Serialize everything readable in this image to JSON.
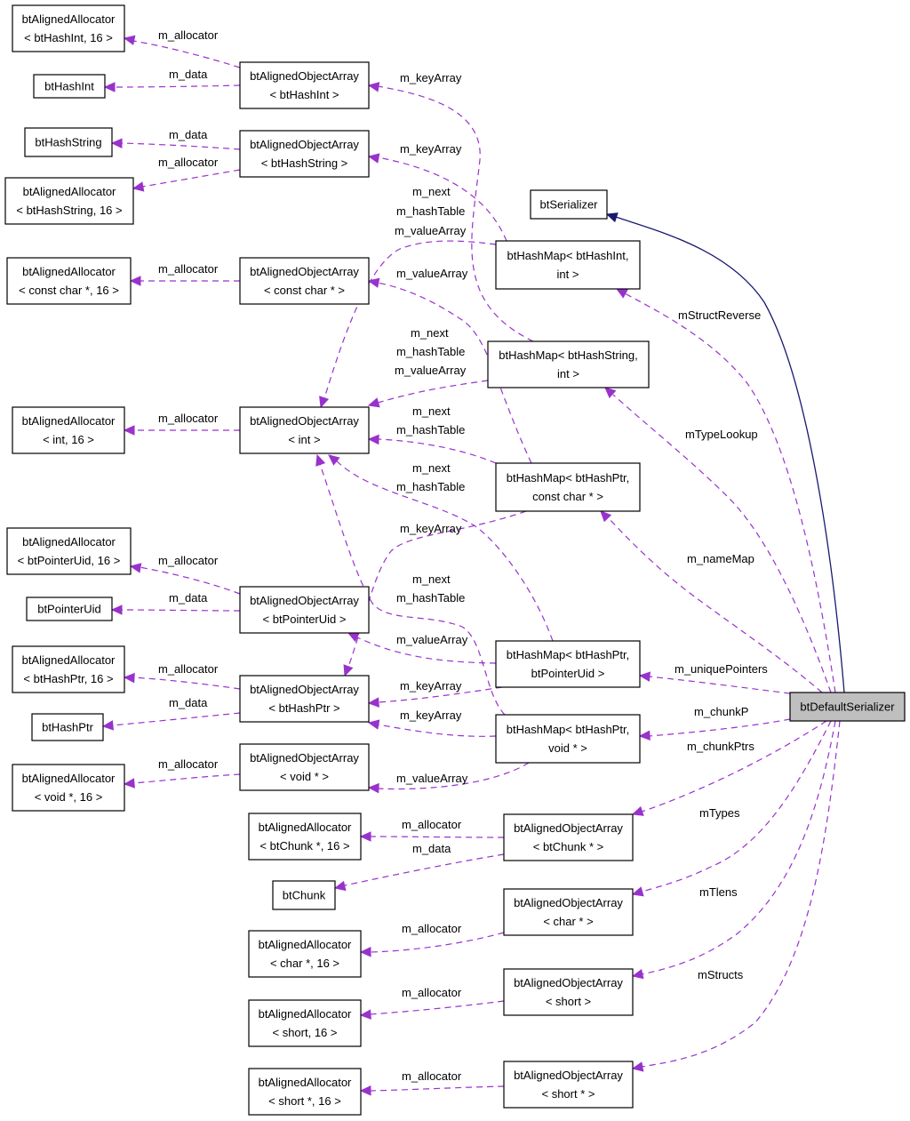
{
  "nodes": [
    {
      "id": "alloc_hashint",
      "lines": [
        "btAlignedAllocator",
        "< btHashInt, 16 >"
      ]
    },
    {
      "id": "hashint",
      "lines": [
        "btHashInt"
      ]
    },
    {
      "id": "aoa_hashint",
      "lines": [
        "btAlignedObjectArray",
        "< btHashInt >"
      ]
    },
    {
      "id": "hashstring",
      "lines": [
        "btHashString"
      ]
    },
    {
      "id": "aoa_hashstring",
      "lines": [
        "btAlignedObjectArray",
        "< btHashString >"
      ]
    },
    {
      "id": "alloc_hashstring",
      "lines": [
        "btAlignedAllocator",
        "< btHashString, 16 >"
      ]
    },
    {
      "id": "serializer",
      "lines": [
        "btSerializer"
      ]
    },
    {
      "id": "alloc_constchar",
      "lines": [
        "btAlignedAllocator",
        "< const char *, 16 >"
      ]
    },
    {
      "id": "aoa_constchar",
      "lines": [
        "btAlignedObjectArray",
        "< const char * >"
      ]
    },
    {
      "id": "hm_hashint_int",
      "lines": [
        "btHashMap< btHashInt,",
        "int >"
      ]
    },
    {
      "id": "hm_hashstring_int",
      "lines": [
        "btHashMap< btHashString,",
        "int >"
      ]
    },
    {
      "id": "alloc_int",
      "lines": [
        "btAlignedAllocator",
        "< int, 16 >"
      ]
    },
    {
      "id": "aoa_int",
      "lines": [
        "btAlignedObjectArray",
        "< int >"
      ]
    },
    {
      "id": "hm_hashptr_constchar",
      "lines": [
        "btHashMap< btHashPtr,",
        "const char * >"
      ]
    },
    {
      "id": "alloc_ptruid",
      "lines": [
        "btAlignedAllocator",
        "< btPointerUid, 16 >"
      ]
    },
    {
      "id": "aoa_ptruid",
      "lines": [
        "btAlignedObjectArray",
        "< btPointerUid >"
      ]
    },
    {
      "id": "ptruid",
      "lines": [
        "btPointerUid"
      ]
    },
    {
      "id": "alloc_hashptr",
      "lines": [
        "btAlignedAllocator",
        "< btHashPtr, 16 >"
      ]
    },
    {
      "id": "aoa_hashptr",
      "lines": [
        "btAlignedObjectArray",
        "< btHashPtr >"
      ]
    },
    {
      "id": "hm_hashptr_ptruid",
      "lines": [
        "btHashMap< btHashPtr,",
        "btPointerUid >"
      ]
    },
    {
      "id": "default_serializer",
      "lines": [
        "btDefaultSerializer"
      ]
    },
    {
      "id": "hashptr",
      "lines": [
        "btHashPtr"
      ]
    },
    {
      "id": "hm_hashptr_void",
      "lines": [
        "btHashMap< btHashPtr,",
        "void * >"
      ]
    },
    {
      "id": "alloc_void",
      "lines": [
        "btAlignedAllocator",
        "< void *, 16 >"
      ]
    },
    {
      "id": "aoa_void",
      "lines": [
        "btAlignedObjectArray",
        "< void * >"
      ]
    },
    {
      "id": "alloc_chunk",
      "lines": [
        "btAlignedAllocator",
        "< btChunk *, 16 >"
      ]
    },
    {
      "id": "aoa_chunk",
      "lines": [
        "btAlignedObjectArray",
        "< btChunk * >"
      ]
    },
    {
      "id": "chunk",
      "lines": [
        "btChunk"
      ]
    },
    {
      "id": "aoa_char",
      "lines": [
        "btAlignedObjectArray",
        "< char * >"
      ]
    },
    {
      "id": "alloc_char",
      "lines": [
        "btAlignedAllocator",
        "< char *, 16 >"
      ]
    },
    {
      "id": "aoa_short",
      "lines": [
        "btAlignedObjectArray",
        "< short >"
      ]
    },
    {
      "id": "alloc_short",
      "lines": [
        "btAlignedAllocator",
        "< short, 16 >"
      ]
    },
    {
      "id": "aoa_shortp",
      "lines": [
        "btAlignedObjectArray",
        "< short * >"
      ]
    },
    {
      "id": "alloc_shortp",
      "lines": [
        "btAlignedAllocator",
        "< short *, 16 >"
      ]
    }
  ],
  "edges": [
    {
      "from": "aoa_hashint",
      "to": "alloc_hashint",
      "kind": "usage",
      "labels": [
        "m_allocator"
      ]
    },
    {
      "from": "aoa_hashint",
      "to": "hashint",
      "kind": "usage",
      "labels": [
        "m_data"
      ]
    },
    {
      "from": "hm_hashstring_int",
      "to": "aoa_hashint",
      "kind": "usage",
      "labels": [
        "m_keyArray"
      ]
    },
    {
      "from": "aoa_hashstring",
      "to": "hashstring",
      "kind": "usage",
      "labels": [
        "m_data"
      ]
    },
    {
      "from": "aoa_hashstring",
      "to": "alloc_hashstring",
      "kind": "usage",
      "labels": [
        "m_allocator"
      ]
    },
    {
      "from": "hm_hashint_int",
      "to": "aoa_hashstring",
      "kind": "usage",
      "labels": [
        "m_keyArray"
      ]
    },
    {
      "from": "default_serializer",
      "to": "serializer",
      "kind": "inheritance",
      "labels": []
    },
    {
      "from": "aoa_constchar",
      "to": "alloc_constchar",
      "kind": "usage",
      "labels": [
        "m_allocator"
      ]
    },
    {
      "from": "hm_hashint_int",
      "to": "aoa_int",
      "kind": "usage",
      "labels": [
        "m_next",
        "m_hashTable",
        "m_valueArray"
      ]
    },
    {
      "from": "hm_hashptr_constchar",
      "to": "aoa_constchar",
      "kind": "usage",
      "labels": [
        "m_valueArray"
      ]
    },
    {
      "from": "hm_hashstring_int",
      "to": "aoa_int",
      "kind": "usage",
      "labels": [
        "m_next",
        "m_hashTable",
        "m_valueArray"
      ]
    },
    {
      "from": "aoa_int",
      "to": "alloc_int",
      "kind": "usage",
      "labels": [
        "m_allocator"
      ]
    },
    {
      "from": "hm_hashptr_constchar",
      "to": "aoa_int",
      "kind": "usage",
      "labels": [
        "m_next",
        "m_hashTable"
      ]
    },
    {
      "from": "hm_hashptr_ptruid",
      "to": "aoa_int",
      "kind": "usage",
      "labels": [
        "m_next",
        "m_hashTable"
      ]
    },
    {
      "from": "hm_hashptr_void",
      "to": "aoa_int",
      "kind": "usage",
      "labels": [
        "m_next",
        "m_hashTable"
      ]
    },
    {
      "from": "hm_hashptr_constchar",
      "to": "aoa_hashptr",
      "kind": "usage",
      "labels": [
        "m_keyArray"
      ]
    },
    {
      "from": "aoa_ptruid",
      "to": "alloc_ptruid",
      "kind": "usage",
      "labels": [
        "m_allocator"
      ]
    },
    {
      "from": "aoa_ptruid",
      "to": "ptruid",
      "kind": "usage",
      "labels": [
        "m_data"
      ]
    },
    {
      "from": "hm_hashptr_ptruid",
      "to": "aoa_ptruid",
      "kind": "usage",
      "labels": [
        "m_valueArray"
      ]
    },
    {
      "from": "aoa_hashptr",
      "to": "alloc_hashptr",
      "kind": "usage",
      "labels": [
        "m_allocator"
      ]
    },
    {
      "from": "aoa_hashptr",
      "to": "hashptr",
      "kind": "usage",
      "labels": [
        "m_data"
      ]
    },
    {
      "from": "hm_hashptr_ptruid",
      "to": "aoa_hashptr",
      "kind": "usage",
      "labels": [
        "m_keyArray"
      ]
    },
    {
      "from": "hm_hashptr_void",
      "to": "aoa_hashptr",
      "kind": "usage",
      "labels": [
        "m_keyArray"
      ]
    },
    {
      "from": "aoa_void",
      "to": "alloc_void",
      "kind": "usage",
      "labels": [
        "m_allocator"
      ]
    },
    {
      "from": "hm_hashptr_void",
      "to": "aoa_void",
      "kind": "usage",
      "labels": [
        "m_valueArray"
      ]
    },
    {
      "from": "aoa_chunk",
      "to": "alloc_chunk",
      "kind": "usage",
      "labels": [
        "m_allocator"
      ]
    },
    {
      "from": "aoa_chunk",
      "to": "chunk",
      "kind": "usage",
      "labels": [
        "m_data"
      ]
    },
    {
      "from": "aoa_char",
      "to": "alloc_char",
      "kind": "usage",
      "labels": [
        "m_allocator"
      ]
    },
    {
      "from": "aoa_short",
      "to": "alloc_short",
      "kind": "usage",
      "labels": [
        "m_allocator"
      ]
    },
    {
      "from": "aoa_shortp",
      "to": "alloc_shortp",
      "kind": "usage",
      "labels": [
        "m_allocator"
      ]
    },
    {
      "from": "default_serializer",
      "to": "hm_hashint_int",
      "kind": "usage",
      "labels": [
        "mStructReverse"
      ]
    },
    {
      "from": "default_serializer",
      "to": "hm_hashstring_int",
      "kind": "usage",
      "labels": [
        "mTypeLookup"
      ]
    },
    {
      "from": "default_serializer",
      "to": "hm_hashptr_constchar",
      "kind": "usage",
      "labels": [
        "m_nameMap"
      ]
    },
    {
      "from": "default_serializer",
      "to": "hm_hashptr_ptruid",
      "kind": "usage",
      "labels": [
        "m_uniquePointers"
      ]
    },
    {
      "from": "default_serializer",
      "to": "hm_hashptr_void",
      "kind": "usage",
      "labels": [
        "m_chunkP"
      ]
    },
    {
      "from": "default_serializer",
      "to": "aoa_chunk",
      "kind": "usage",
      "labels": [
        "m_chunkPtrs"
      ]
    },
    {
      "from": "default_serializer",
      "to": "aoa_char",
      "kind": "usage",
      "labels": [
        "mTypes"
      ]
    },
    {
      "from": "default_serializer",
      "to": "aoa_short",
      "kind": "usage",
      "labels": [
        "mTlens"
      ]
    },
    {
      "from": "default_serializer",
      "to": "aoa_shortp",
      "kind": "usage",
      "labels": [
        "mStructs"
      ]
    }
  ],
  "colors": {
    "usage_edge": "#9932cc",
    "inheritance_edge": "#191970",
    "highlight_fill": "#bfbfbf",
    "node_border": "#000000"
  }
}
